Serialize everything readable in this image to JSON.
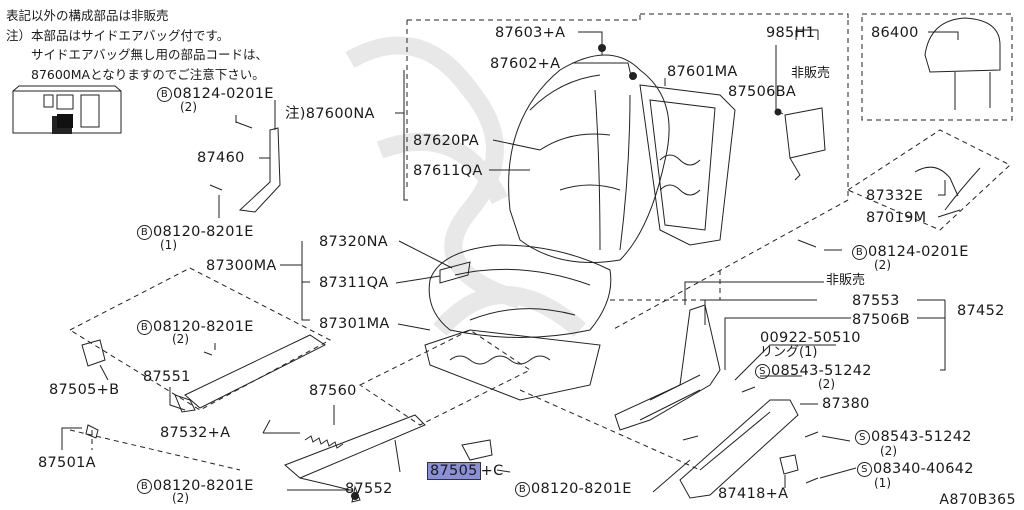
{
  "notes": {
    "line1": "表記以外の構成部品は非販売",
    "line2": "注）本部品はサイドエアバッグ付です。",
    "line3": "　　サイドエアバッグ無し用の部品コードは、",
    "line4": "　　87600MAとなりますのでご注意下さい。"
  },
  "diagram_code": "A870B365",
  "callouts": {
    "p87603A": "87603+A",
    "p985H1": "985H1",
    "p86400": "86400",
    "p87602A": "87602+A",
    "p87601MA": "87601MA",
    "not_for_sale_top": "非販売",
    "p87506BA": "87506BA",
    "note_87600NA": "注)87600NA",
    "p87620PA": "87620PA",
    "p87611QA": "87611QA",
    "p87332E": "87332E",
    "p87019M": "87019M",
    "bolt_08124_top": "08124-0201E",
    "bolt_08124_top_qty": "(2)",
    "p87460": "87460",
    "bolt_08120_a": "08120-8201E",
    "bolt_08120_a_qty": "(1)",
    "bolt_08124_right": "08124-0201E",
    "bolt_08124_right_qty": "(2)",
    "p87320NA": "87320NA",
    "p87300MA": "87300MA",
    "p87311QA": "87311QA",
    "not_for_sale_mid": "非販売",
    "p87553": "87553",
    "p87452": "87452",
    "p87301MA": "87301MA",
    "p87506B": "87506B",
    "bolt_08120_b": "08120-8201E",
    "bolt_08120_b_qty": "(2)",
    "p00922": "00922-50510",
    "ring": "リング(1)",
    "p87505B": "87505+B",
    "p87551": "87551",
    "screw_08543_a": "08543-51242",
    "screw_08543_a_qty": "(2)",
    "p87560": "87560",
    "p87380": "87380",
    "p87532A": "87532+A",
    "p87501A": "87501A",
    "screw_08543_b": "08543-51242",
    "screw_08543_b_qty": "(2)",
    "p87505C_main": "87505",
    "p87505C_suffix": "+C",
    "screw_08340": "08340-40642",
    "screw_08340_qty": "(1)",
    "bolt_08120_c": "08120-8201E",
    "bolt_08120_c_qty": "(2)",
    "p87552": "87552",
    "bolt_08120_d": "08120-8201E",
    "p87418A": "87418+A"
  },
  "symbols": {
    "bolt": "B",
    "screw": "S"
  },
  "colors": {
    "line": "#222222",
    "highlight": "#8b8fd6",
    "watermark": "#e6e6e6"
  }
}
